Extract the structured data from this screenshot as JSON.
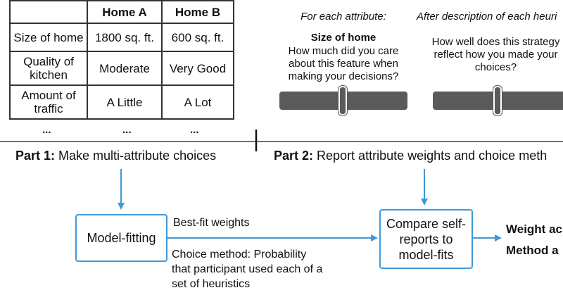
{
  "table": {
    "headers": [
      "",
      "Home A",
      "Home B"
    ],
    "rows": [
      [
        "Size of home",
        "1800 sq. ft.",
        "600 sq. ft."
      ],
      [
        "Quality of kitchen",
        "Moderate",
        "Very Good"
      ],
      [
        "Amount of traffic",
        "A Little",
        "A Lot"
      ]
    ],
    "ellipsis": "..."
  },
  "attribute_panel": {
    "heading": "For each attribute:",
    "attribute_name": "Size of home",
    "question": "How much did you care about this feature when making your decisions?"
  },
  "heuristic_panel": {
    "heading": "After description of each heuri",
    "question": "How well does this strategy reflect how you made your choices?"
  },
  "parts": {
    "part1_label": "Part 1:",
    "part1_text": " Make multi-attribute choices",
    "part2_label": "Part 2:",
    "part2_text": " Report attribute weights and choice meth"
  },
  "flow": {
    "model_fitting": "Model-fitting",
    "best_fit_weights": "Best-fit weights",
    "choice_method": "Choice method: Probability that participant used each of a set of heuristics",
    "compare": "Compare self-reports to model-fits",
    "output1": "Weight ac",
    "output2": "Method a"
  },
  "colors": {
    "accent": "#3d9ad9",
    "slider": "#5a5a5a",
    "text": "#111111"
  }
}
